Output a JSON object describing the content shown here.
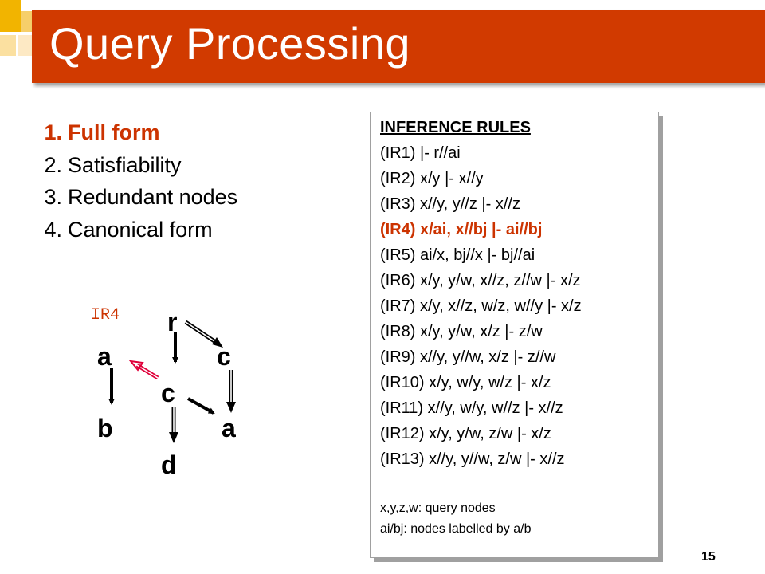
{
  "slide": {
    "title": "Query Processing",
    "page_number": "15",
    "accent_color": "#d13a00",
    "highlight_color": "#cc3300"
  },
  "steps": [
    {
      "num": "1.",
      "label": "Full form",
      "highlighted": true
    },
    {
      "num": "2.",
      "label": "Satisfiability",
      "highlighted": false
    },
    {
      "num": "3.",
      "label": "Redundant nodes",
      "highlighted": false
    },
    {
      "num": "4.",
      "label": "Canonical form",
      "highlighted": false
    }
  ],
  "rules_box": {
    "heading": "INFERENCE RULES",
    "rules": [
      {
        "text": "(IR1) |- r//ai",
        "highlighted": false
      },
      {
        "text": "(IR2) x/y |- x//y",
        "highlighted": false
      },
      {
        "text": "(IR3) x//y, y//z |- x//z",
        "highlighted": false
      },
      {
        "text": "(IR4) x/ai, x//bj |- ai//bj",
        "highlighted": true
      },
      {
        "text": "(IR5) ai/x, bj//x |- bj//ai",
        "highlighted": false
      },
      {
        "text": "(IR6) x/y, y/w, x//z, z//w |- x/z",
        "highlighted": false
      },
      {
        "text": "(IR7) x/y, x//z, w/z, w//y |- x/z",
        "highlighted": false
      },
      {
        "text": "(IR8) x/y, y/w, x/z |- z/w",
        "highlighted": false
      },
      {
        "text": "(IR9) x//y, y//w, x/z |- z//w",
        "highlighted": false
      },
      {
        "text": "(IR10) x/y, w/y, w/z |- x/z",
        "highlighted": false
      },
      {
        "text": "(IR11) x//y, w/y, w//z |- x//z",
        "highlighted": false
      },
      {
        "text": "(IR12) x/y, y/w, z/w |- x/z",
        "highlighted": false
      },
      {
        "text": "(IR13) x//y, y//w, z/w |- x//z",
        "highlighted": false
      }
    ],
    "legend": [
      "x,y,z,w: query nodes",
      "ai/bj: nodes labelled by a/b"
    ]
  },
  "tree": {
    "rule_label": "IR4",
    "nodes": {
      "r": "r",
      "a_left": "a",
      "c_right": "c",
      "c_middle": "c",
      "b": "b",
      "a_right": "a",
      "d": "d"
    },
    "edges": [
      {
        "from": "r",
        "to": "c_right",
        "kind": "descendant"
      },
      {
        "from": "r",
        "to": "c_middle",
        "kind": "child"
      },
      {
        "from": "c_middle",
        "to": "a_left",
        "kind": "inferred-descendant"
      },
      {
        "from": "c_middle",
        "to": "a_right",
        "kind": "child"
      },
      {
        "from": "c_middle",
        "to": "d",
        "kind": "descendant"
      },
      {
        "from": "c_right",
        "to": "a_right",
        "kind": "descendant"
      },
      {
        "from": "a_left",
        "to": "b",
        "kind": "child"
      }
    ]
  }
}
